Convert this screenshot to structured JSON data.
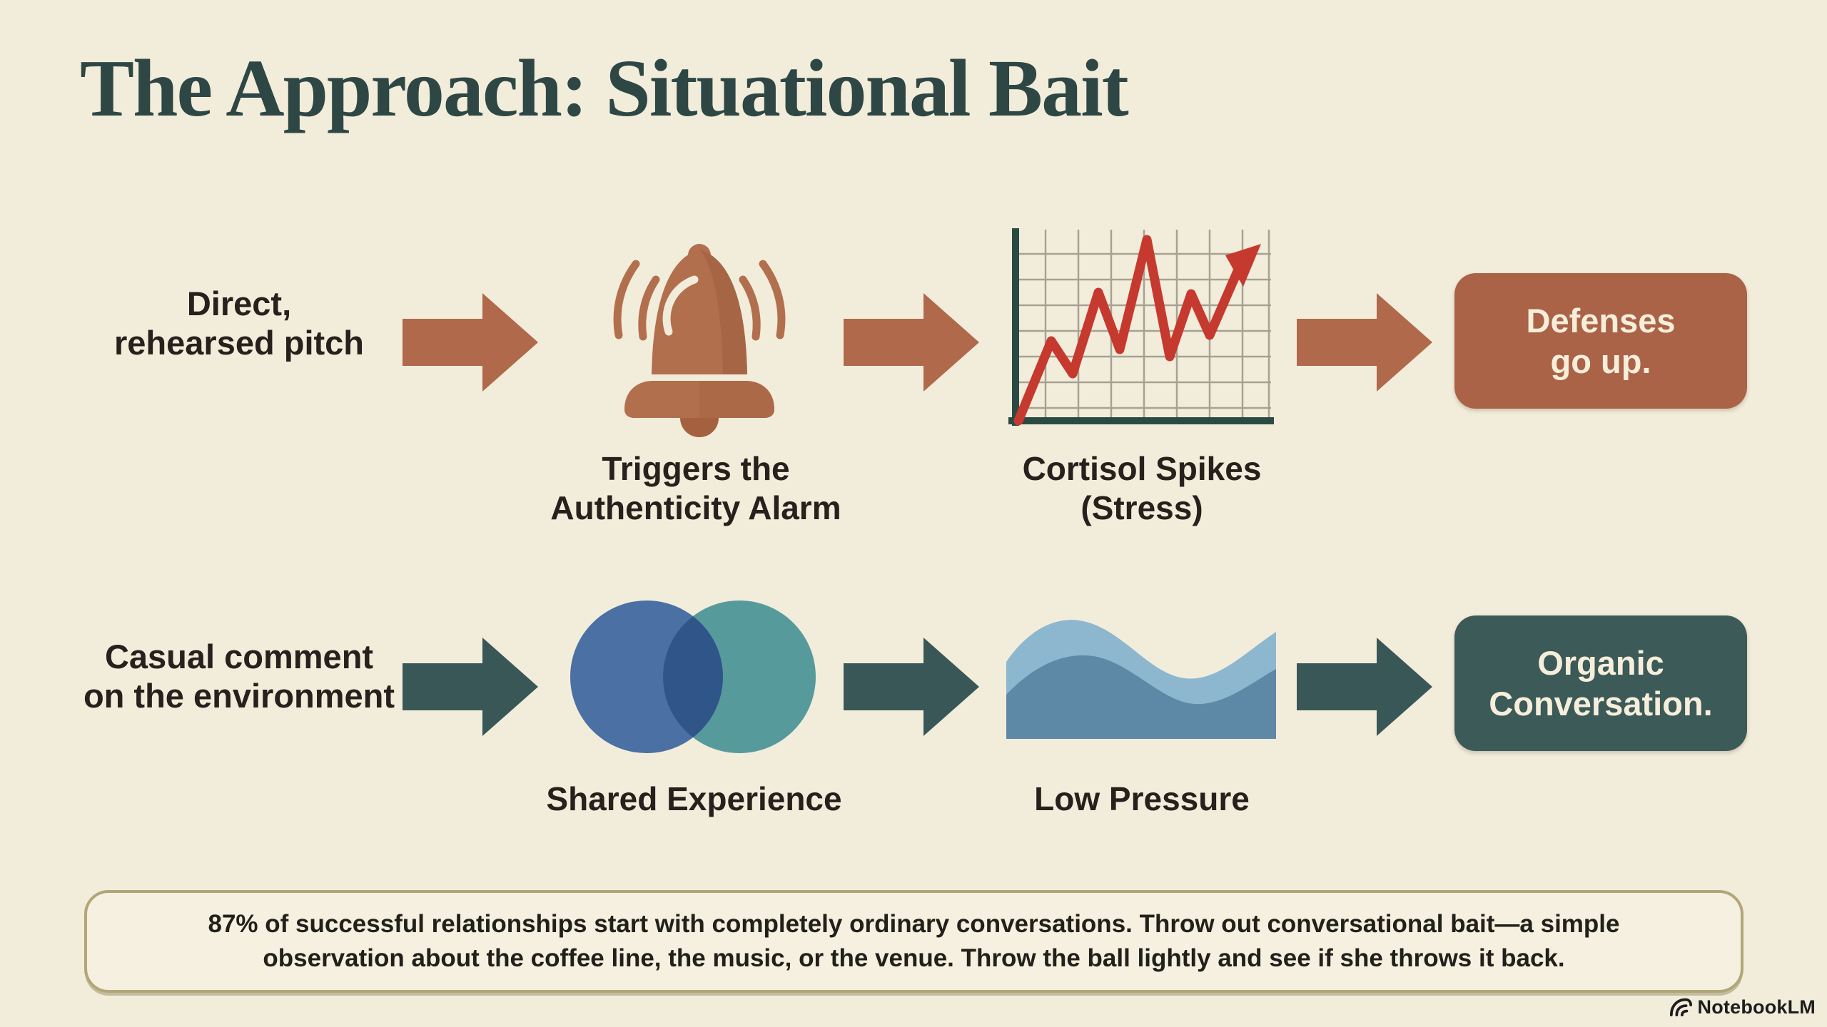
{
  "title": "The Approach: Situational Bait",
  "rows": [
    {
      "label": "Direct,\nrehearsed pitch",
      "step1": {
        "icon": "alarm-bell-icon",
        "caption": "Triggers the\nAuthenticity Alarm"
      },
      "step2": {
        "icon": "spiking-line-chart-icon",
        "caption": "Cortisol Spikes\n(Stress)"
      },
      "outcome": {
        "text": "Defenses\ngo up.",
        "bg": "#aa6347"
      },
      "arrow_color": "#b0694a"
    },
    {
      "label": "Casual comment\non the environment",
      "step1": {
        "icon": "venn-overlap-circles-icon",
        "caption": "Shared Experience"
      },
      "step2": {
        "icon": "wave-area-chart-icon",
        "caption": "Low Pressure"
      },
      "outcome": {
        "text": "Organic\nConversation.",
        "bg": "#3b5a58"
      },
      "arrow_color": "#3a5757"
    }
  ],
  "footnote": "87% of successful relationships start with completely ordinary conversations. Throw out conversational bait—a simple\nobservation about the coffee line, the music, or the venue. Throw the ball lightly and see if she throws it back.",
  "watermark": "NotebookLM",
  "palette": {
    "background": "#f2eddb",
    "title": "#2e4745",
    "body_text": "#26211c",
    "terracotta_arrow": "#b0694a",
    "terracotta_box": "#aa6347",
    "teal_arrow": "#3a5757",
    "teal_box": "#3b5a58",
    "chart_line_red": "#c6392f",
    "chart_axis": "#2c4a44",
    "venn_blue": "#4a70a4",
    "venn_teal": "#569a9c",
    "venn_overlap": "#2f5589",
    "wave_light": "#8db7ce",
    "wave_dark": "#5d89a7",
    "footnote_border": "#b1a678"
  }
}
